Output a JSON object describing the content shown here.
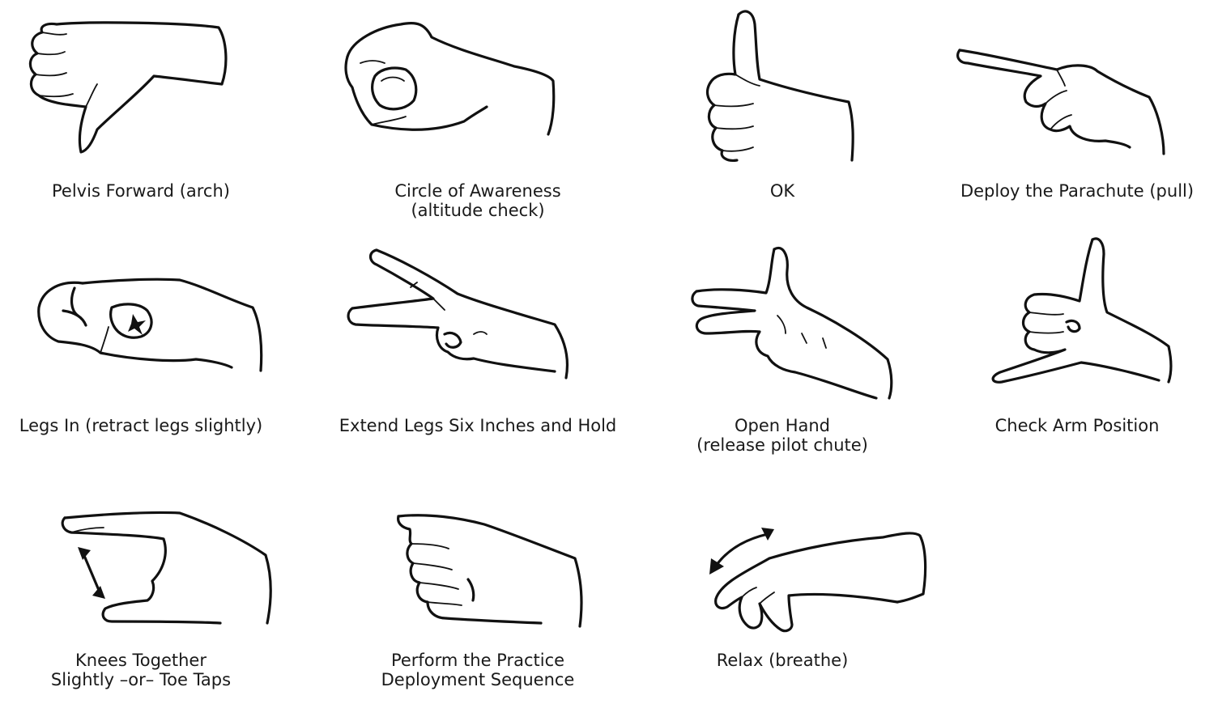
{
  "signals": [
    {
      "id": "pelvis-forward",
      "lines": [
        "Pelvis Forward (arch)"
      ],
      "icon": "thumbs-down-hand-icon"
    },
    {
      "id": "circle-of-awareness",
      "lines": [
        "Circle of Awareness",
        "(altitude check)"
      ],
      "icon": "fist-circle-hand-icon"
    },
    {
      "id": "ok",
      "lines": [
        "OK"
      ],
      "icon": "thumbs-up-hand-icon"
    },
    {
      "id": "deploy-parachute",
      "lines": [
        "Deploy the Parachute (pull)"
      ],
      "icon": "pointing-hand-icon"
    },
    {
      "id": "legs-in",
      "lines": [
        "Legs In (retract legs slightly)"
      ],
      "icon": "closed-fist-hand-icon"
    },
    {
      "id": "extend-legs",
      "lines": [
        "Extend Legs Six Inches and Hold"
      ],
      "icon": "two-fingers-hand-icon"
    },
    {
      "id": "open-hand",
      "lines": [
        "Open Hand",
        "(release pilot chute)"
      ],
      "icon": "open-hand-icon"
    },
    {
      "id": "check-arm-position",
      "lines": [
        "Check Arm Position"
      ],
      "icon": "shaka-hand-icon"
    },
    {
      "id": "knees-together",
      "lines": [
        "Knees Together",
        "Slightly –or– Toe Taps"
      ],
      "icon": "pinch-gap-hand-icon"
    },
    {
      "id": "practice-deployment",
      "lines": [
        "Perform the Practice",
        "Deployment Sequence"
      ],
      "icon": "grip-fist-hand-icon"
    },
    {
      "id": "relax",
      "lines": [
        "Relax (breathe)"
      ],
      "icon": "relaxed-wave-hand-icon"
    }
  ]
}
